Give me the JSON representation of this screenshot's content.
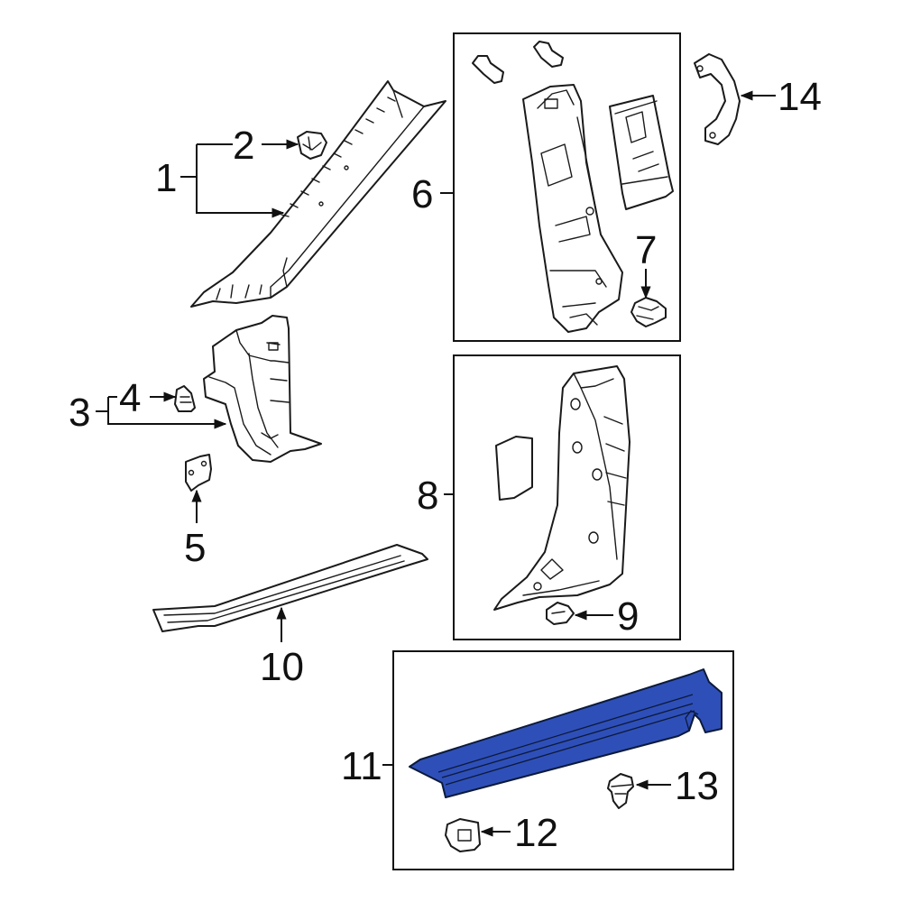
{
  "diagram": {
    "highlight_color": "#2f4fb8",
    "callouts": [
      "1",
      "2",
      "3",
      "4",
      "5",
      "6",
      "7",
      "8",
      "9",
      "10",
      "11",
      "12",
      "13",
      "14"
    ]
  }
}
